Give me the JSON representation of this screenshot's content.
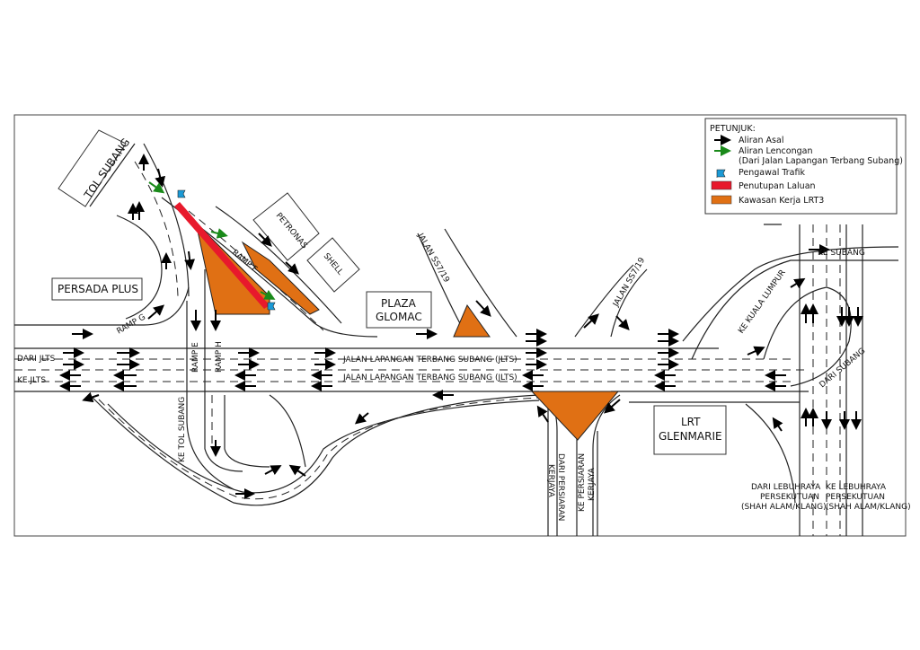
{
  "legend": {
    "title": "PETUNJUK:",
    "items": [
      {
        "icon": "black-arrow-icon",
        "label": "Aliran Asal"
      },
      {
        "icon": "green-arrow-icon",
        "label": "Aliran Lencongan",
        "sub": "(Dari Jalan Lapangan Terbang Subang)"
      },
      {
        "icon": "blue-flag-icon",
        "label": "Pengawal Trafik"
      },
      {
        "icon": "red-swatch",
        "label": "Penutupan Laluan"
      },
      {
        "icon": "orange-swatch",
        "label": "Kawasan Kerja LRT3"
      }
    ]
  },
  "colors": {
    "closure": "#e8192c",
    "work_zone": "#e07014",
    "flag": "#1b9ad6",
    "detour": "#1a8a1a"
  },
  "labels": {
    "tol_subang": "TOL SUBANG",
    "persada_plus": "PERSADA PLUS",
    "ramp_g": "RAMP G",
    "ramp_e": "RAMP E",
    "ramp_h": "RAMP H",
    "ramp_f": "RAMP F",
    "petronas": "PETRONAS",
    "shell": "SHELL",
    "jalan_ss7_19_a": "JALAN SS7/19",
    "jalan_ss7_19_b": "JALAN SS7/19",
    "plaza_glomac_1": "PLAZA",
    "plaza_glomac_2": "GLOMAC",
    "dari_jlts": "DARI JLTS",
    "ke_jlts": "KE JLTS",
    "jlts_upper": "JALAN LAPANGAN TERBANG SUBANG (JLTS)",
    "jlts_lower": "JALAN LAPANGAN TERBANG SUBANG (JLTS)",
    "ke_tol_subang": "KE TOL SUBANG",
    "dari_persiaran_1": "DARI PERSIARAN",
    "dari_persiaran_2": "KERJAYA",
    "ke_persiaran_1": "KE PERSIARAN",
    "ke_persiaran_2": "KERJAYA",
    "lrt_glenmarie_1": "LRT",
    "lrt_glenmarie_2": "GLENMARIE",
    "ke_subang": "KE SUBANG",
    "ke_kuala_lumpur": "KE KUALA LUMPUR",
    "dari_subang": "DARI SUBANG",
    "dari_lebuhraya_1": "DARI LEBUHRAYA",
    "dari_lebuhraya_2": "PERSEKUTUAN",
    "dari_lebuhraya_3": "(SHAH ALAM/KLANG)",
    "ke_lebuhraya_1": "KE LEBUHRAYA",
    "ke_lebuhraya_2": "PERSEKUTUAN",
    "ke_lebuhraya_3": "(SHAH ALAM/KLANG)"
  }
}
